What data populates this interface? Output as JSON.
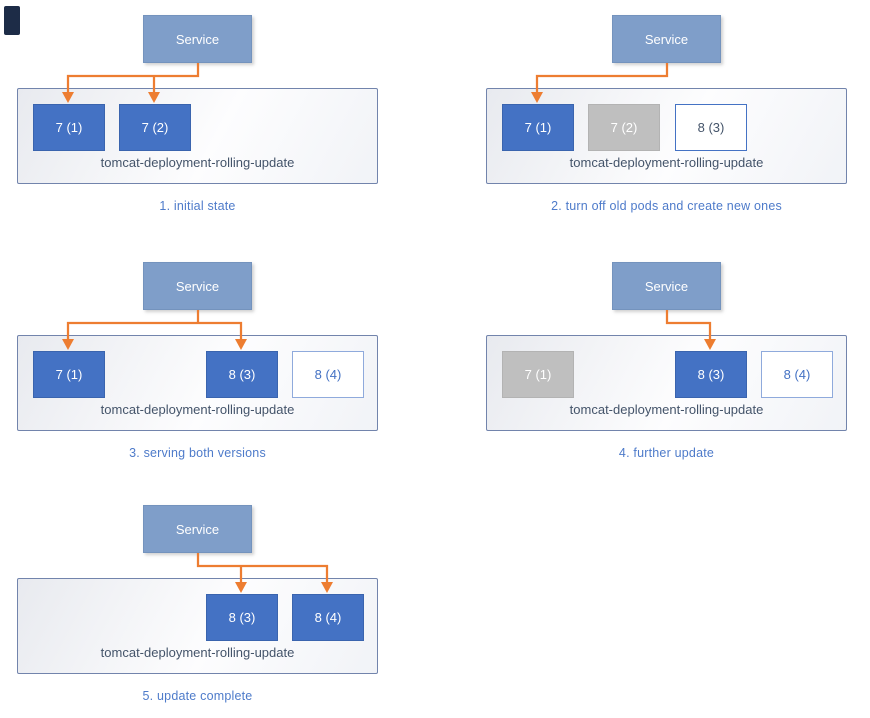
{
  "colors": {
    "service_fill": "#7F9EC9",
    "service_border": "#7493BD",
    "service_text": "#FFFFFF",
    "pod_blue": "#4472C4",
    "pod_blue_border": "#3A64AE",
    "pod_gray": "#BFBFBF",
    "pod_gray_border": "#B3B3B3",
    "pod_text_light": "#FFFFFF",
    "outline_dark_border": "#4472C4",
    "outline_dark_text": "#44546A",
    "outline_light_border": "#8FAADC",
    "outline_light_text": "#4472C4",
    "arrow": "#ED7D31",
    "container_border": "#7284AC",
    "container_fill_start": "#E8EAEF",
    "container_fill_end": "#FDFDFE",
    "deployment_text": "#44546A",
    "caption_text": "#4E7BCA",
    "corner_mark": "#1D2C47"
  },
  "service_label": "Service",
  "deployment_label": "tomcat-deployment-rolling-update",
  "panels": [
    {
      "caption": "1. initial state",
      "pods": [
        {
          "label": "7 (1)",
          "variant": "blue"
        },
        {
          "label": "7 (2)",
          "variant": "blue"
        }
      ],
      "arrow_targets": [
        "7 (1)",
        "7 (2)"
      ]
    },
    {
      "caption": "2. turn off old pods and create new ones",
      "pods": [
        {
          "label": "7 (1)",
          "variant": "blue"
        },
        {
          "label": "7 (2)",
          "variant": "gray"
        },
        {
          "label": "8 (3)",
          "variant": "outline-dark"
        }
      ],
      "arrow_targets": [
        "7 (1)"
      ]
    },
    {
      "caption": "3. serving both versions",
      "pods": [
        {
          "label": "7 (1)",
          "variant": "blue"
        },
        {
          "label": "8 (3)",
          "variant": "blue"
        },
        {
          "label": "8 (4)",
          "variant": "outline-light"
        }
      ],
      "arrow_targets": [
        "7 (1)",
        "8 (3)"
      ]
    },
    {
      "caption": "4. further update",
      "pods": [
        {
          "label": "7 (1)",
          "variant": "gray"
        },
        {
          "label": "8 (3)",
          "variant": "blue"
        },
        {
          "label": "8 (4)",
          "variant": "outline-light"
        }
      ],
      "arrow_targets": [
        "8 (3)"
      ]
    },
    {
      "caption": "5. update complete",
      "pods": [
        {
          "label": "8 (3)",
          "variant": "blue"
        },
        {
          "label": "8 (4)",
          "variant": "blue"
        }
      ],
      "arrow_targets": [
        "8 (3)",
        "8 (4)"
      ]
    }
  ]
}
